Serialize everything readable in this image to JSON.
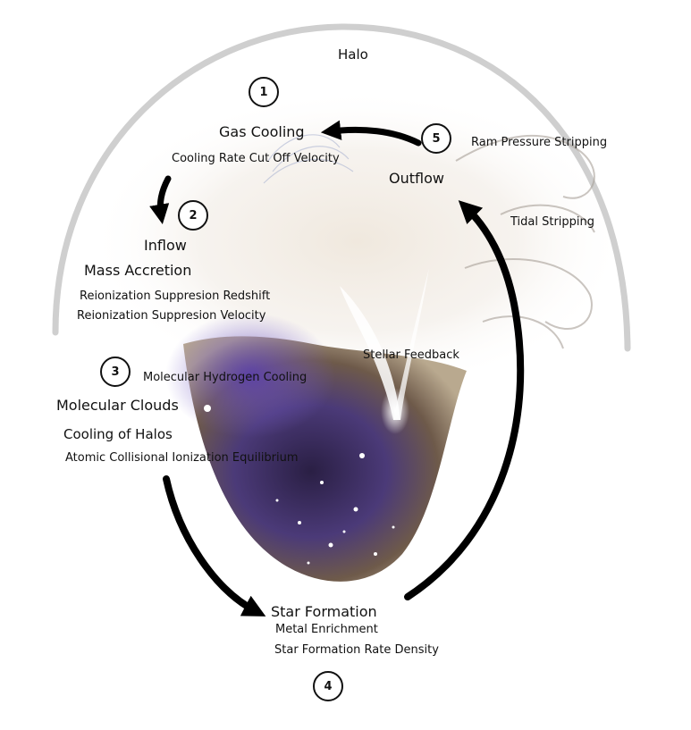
{
  "halo": {
    "label": "Halo"
  },
  "steps": [
    {
      "number": "1",
      "title": "Gas Cooling",
      "details": [
        "Cooling Rate Cut Off Velocity"
      ]
    },
    {
      "number": "2",
      "title": "Inflow",
      "details": [
        "Mass Accretion",
        "Reionization Suppresion Redshift",
        "Reionization Suppresion Velocity"
      ]
    },
    {
      "number": "3",
      "title": "Molecular Clouds",
      "details": [
        "Molecular Hydrogen Cooling",
        "Cooling of Halos",
        "Atomic Collisional Ionization Equilibrium"
      ]
    },
    {
      "number": "4",
      "title": "Star Formation",
      "details": [
        "Metal Enrichment",
        "Star Formation Rate Density"
      ]
    },
    {
      "number": "5",
      "title": "Outflow",
      "details": [
        "Ram Pressure Stripping",
        "Tidal Stripping",
        "Stellar Feedback"
      ]
    }
  ],
  "colors": {
    "halo_arc": "#cfcfcf",
    "arrow": "#000000",
    "nebula_dark": "#2e2248",
    "nebula_purple": "#6a4fa8",
    "nebula_brown": "#8a6a4a",
    "haze": "#efe9e0"
  }
}
